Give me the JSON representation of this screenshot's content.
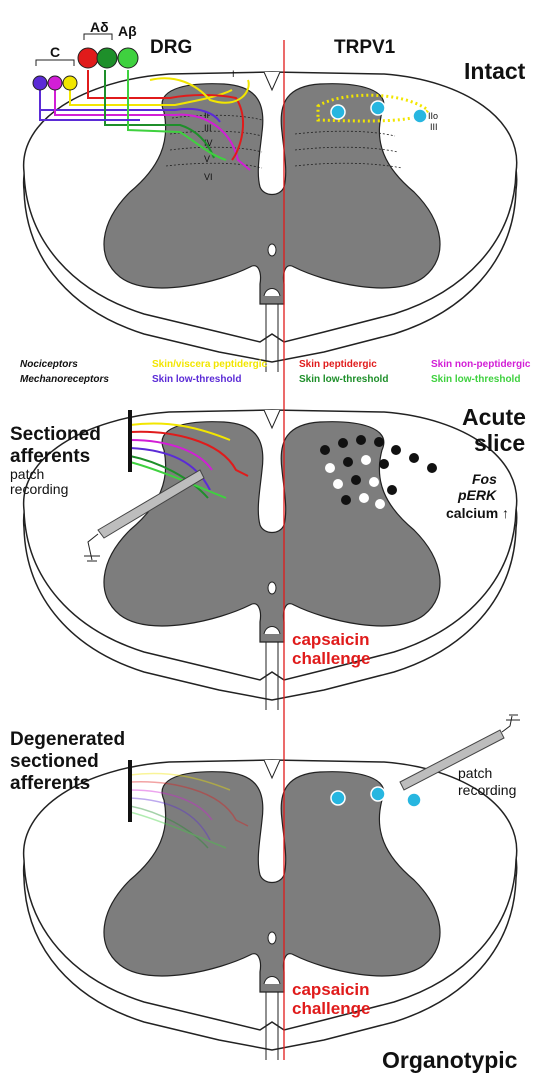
{
  "panel1": {
    "title": "Intact",
    "drg": "DRG",
    "trpv1": "TRPV1",
    "fiber_c": "C",
    "fiber_adelta": "Aδ",
    "fiber_abeta": "Aβ",
    "laminae": [
      "I",
      "II",
      "III",
      "IV",
      "V",
      "VI"
    ],
    "lamina_right": [
      "IIo",
      "III"
    ]
  },
  "legend": {
    "row1_title": "Nociceptors",
    "row2_title": "Mechanoreceptors",
    "row1": [
      {
        "text": "Skin/viscera peptidergic",
        "color": "#f2e600"
      },
      {
        "text": "Skin peptidergic",
        "color": "#e01b1b"
      },
      {
        "text": "Skin non-peptidergic",
        "color": "#d21ed6"
      }
    ],
    "row2": [
      {
        "text": "Skin low-threshold",
        "color": "#5b2bd6"
      },
      {
        "text": "Skin low-threshold",
        "color": "#1e8f2a"
      },
      {
        "text": "Skin low-threshold",
        "color": "#3fd13f"
      }
    ]
  },
  "panel2": {
    "title_line1": "Acute",
    "title_line2": "slice",
    "left_line1": "Sectioned",
    "left_line2": "afferents",
    "patch_line1": "patch",
    "patch_line2": "recording",
    "fos": "Fos",
    "perk": "pERK",
    "calcium": "calcium ↑",
    "challenge_line1": "capsaicin",
    "challenge_line2": "challenge"
  },
  "panel3": {
    "left_line1": "Degenerated",
    "left_line2": "sectioned",
    "left_line3": "afferents",
    "patch_line1": "patch",
    "patch_line2": "recording",
    "challenge_line1": "capsaicin",
    "challenge_line2": "challenge",
    "title": "Organotypic"
  },
  "colors": {
    "gray_matter": "#7d7d7d",
    "midline": "#e01b1b",
    "yellow": "#f2e600",
    "red": "#e01b1b",
    "magenta": "#d21ed6",
    "purple": "#5b2bd6",
    "green": "#1e8f2a",
    "lightgreen": "#3fd13f",
    "cyan": "#27b6e0"
  }
}
